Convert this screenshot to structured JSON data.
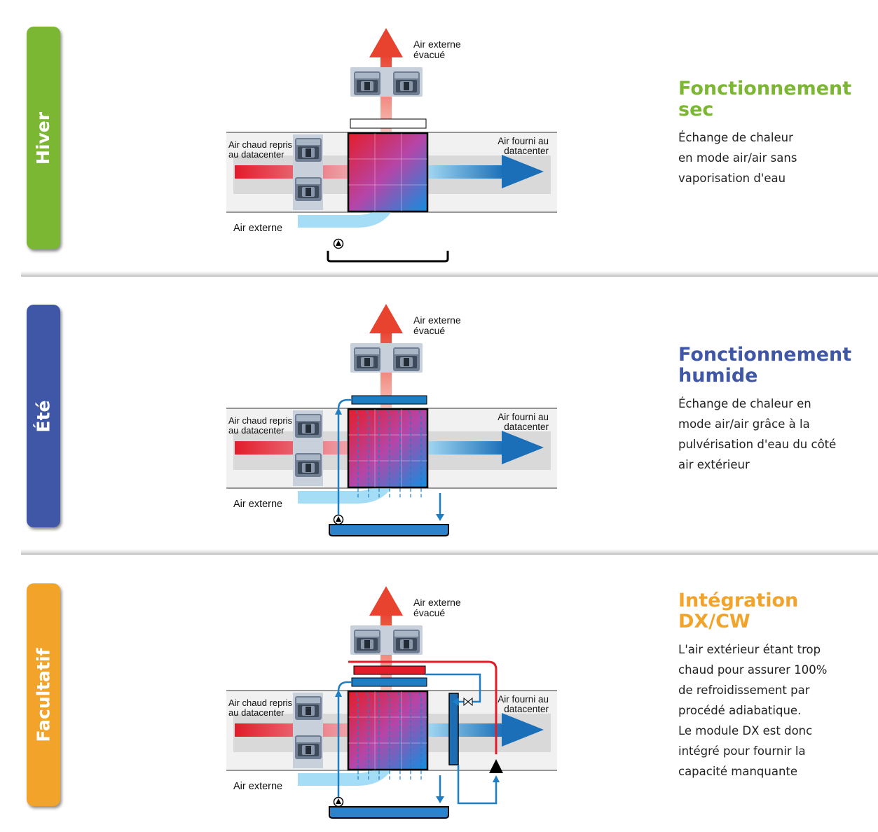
{
  "panels": [
    {
      "tab_label": "Hiver",
      "tab_color": "#7cb733",
      "title": "Fonctionnement\nsec",
      "title_color": "#7cb733",
      "body": "Échange de chaleur\nen mode air/air sans\nvaporisation d'eau",
      "labels": {
        "exhaust": "Air externe\névacué",
        "return_air": "Air chaud repris\nau datacenter",
        "supply_air": "Air fourni au\ndatacenter",
        "outside_air": "Air externe"
      }
    },
    {
      "tab_label": "Été",
      "tab_color": "#3f57a6",
      "title": "Fonctionnement\nhumide",
      "title_color": "#3f57a6",
      "body": "Échange de chaleur en\nmode air/air grâce à la\npulvérisation d'eau du côté\nair extérieur",
      "labels": {
        "exhaust": "Air externe\névacué",
        "return_air": "Air chaud repris\nau datacenter",
        "supply_air": "Air fourni au\ndatacenter",
        "outside_air": "Air externe"
      }
    },
    {
      "tab_label": "Facultatif",
      "tab_color": "#f2a42a",
      "title": "Intégration\nDX/CW",
      "title_color": "#f2a42a",
      "body": "L'air extérieur étant trop\nchaud pour assurer 100%\nde refroidissement par\nprocédé adiabatique.\nLe module DX est donc\nintégré pour fournir la\ncapacité manquante",
      "labels": {
        "exhaust": "Air externe\névacué",
        "return_air": "Air chaud repris\nau datacenter",
        "supply_air": "Air fourni au\ndatacenter",
        "outside_air": "Air externe"
      }
    }
  ],
  "icons": {
    "fan": "fan-icon",
    "pump": "pump-icon",
    "valve": "valve-icon"
  }
}
